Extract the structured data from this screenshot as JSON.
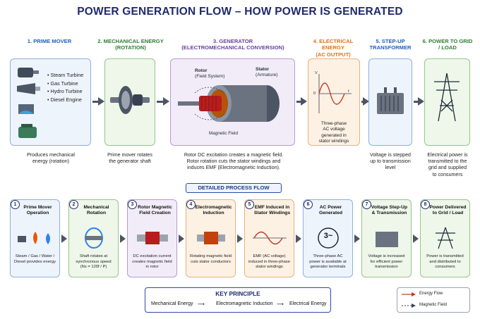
{
  "title": "POWER GENERATION FLOW – HOW POWER IS GENERATED",
  "top_stages": [
    {
      "label": "1. PRIME MOVER",
      "color": "#1f5fbf"
    },
    {
      "label": "2. MECHANICAL ENERGY\n(ROTATION)",
      "color": "#2f7d32"
    },
    {
      "label": "3. GENERATOR\n(ELECTROMECHANICAL CONVERSION)",
      "color": "#6b3fa0"
    },
    {
      "label": "4. ELECTRICAL ENERGY\n(AC OUTPUT)",
      "color": "#d9741a"
    },
    {
      "label": "5. STEP-UP\nTRANSFORMER",
      "color": "#1f5fbf"
    },
    {
      "label": "6. POWER TO GRID\n/ LOAD",
      "color": "#2f7d32"
    }
  ],
  "prime_movers": [
    "Steam Turbine",
    "Gas Turbine",
    "Hydro Turbine",
    "Diesel Engine"
  ],
  "generator_labels": {
    "rotor": "Rotor",
    "rotor_sub": "(Field System)",
    "stator": "Stator",
    "stator_sub": "(Armature)",
    "magnetic_field": "Magnetic Field"
  },
  "ac_box": {
    "v_label": "V",
    "t_label": "t",
    "zero": "0",
    "text": "Three-phase\nAC voltage\ngenerated in\nstator windings"
  },
  "top_descriptions": [
    "Produces mechanical\nenergy (rotation)",
    "Prime mover rotates\nthe generator shaft",
    "Rotor DC excitation creates a magnetic field.\nRotor rotation cuts the stator windings and\ninduces EMF (Electromagnetic Induction).",
    "",
    "Voltage is stepped\nup to transmission\nlevel",
    "Electrical power is\ntransmitted to the\ngrid and supplied\nto consumers"
  ],
  "detailed_label": "DETAILED PROCESS FLOW",
  "steps": [
    {
      "num": "1",
      "title": "Prime Mover\nOperation",
      "desc": "Steam / Gas / Water /\nDiesel provides energy"
    },
    {
      "num": "2",
      "title": "Mechanical\nRotation",
      "desc": "Shaft rotates at\nsynchronous speed\n(Ns = 120f / P)"
    },
    {
      "num": "3",
      "title": "Rotor Magnetic\nField Creation",
      "desc": "DC excitation current\ncreates magnetic field\nin rotor"
    },
    {
      "num": "4",
      "title": "Electromagnetic\nInduction",
      "desc": "Rotating magnetic field\ncuts stator conductors"
    },
    {
      "num": "5",
      "title": "EMF Induced in\nStator Windings",
      "desc": "EMF (AC voltage)\ninduced in three-phase\nstator windings"
    },
    {
      "num": "6",
      "title": "AC Power\nGenerated",
      "desc": "Three-phase AC\npower is available at\ngenerator terminals"
    },
    {
      "num": "7",
      "title": "Voltage Step-Up\n& Transmission",
      "desc": "Voltage is increased\nfor efficient power\ntransmission"
    },
    {
      "num": "8",
      "title": "Power Delivered\nto Grid / Load",
      "desc": "Power is transmitted\nand distributed to\nconsumers"
    }
  ],
  "ac_symbol": "3~",
  "key_principle": {
    "title": "KEY PRINCIPLE",
    "items": [
      "Mechanical Energy",
      "Electromagnetic Induction",
      "Electrical Energy"
    ]
  },
  "legend": {
    "energy_flow": "Energy Flow",
    "magnetic_field": "Magnetic Field"
  },
  "colors": {
    "blue_bg": "#eef4fc",
    "blue_border": "#8fb0dd",
    "green_bg": "#eef7ea",
    "green_border": "#98c48a",
    "purple_bg": "#f2ecf8",
    "purple_border": "#b79bd6",
    "orange_bg": "#fdf1e3",
    "orange_border": "#e8b278",
    "energy_flow": "#c0392b"
  }
}
